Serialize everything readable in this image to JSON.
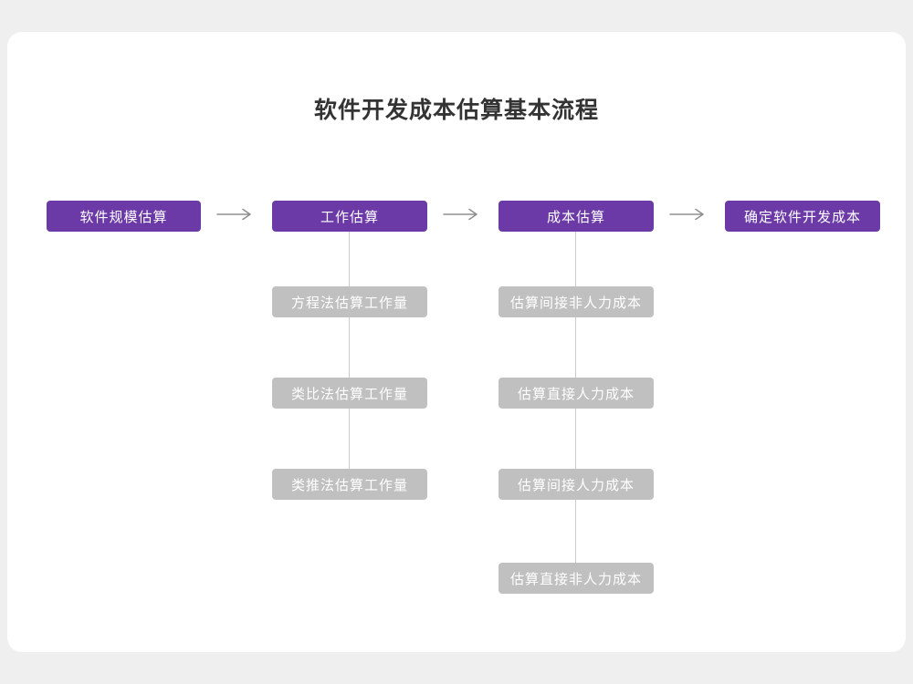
{
  "title": "软件开发成本估算基本流程",
  "colors": {
    "primary_node": "#6b3aa7",
    "secondary_node": "#c0c0c0",
    "connector": "#cccccc",
    "arrow": "#8f8f8f",
    "card_background": "#ffffff",
    "page_background": "#efefef"
  },
  "flow": {
    "main_nodes": [
      {
        "label": "软件规模估算"
      },
      {
        "label": "工作估算"
      },
      {
        "label": "成本估算"
      },
      {
        "label": "确定软件开发成本"
      }
    ],
    "work_sub_nodes": [
      {
        "label": "方程法估算工作量"
      },
      {
        "label": "类比法估算工作量"
      },
      {
        "label": "类推法估算工作量"
      }
    ],
    "cost_sub_nodes": [
      {
        "label": "估算间接非人力成本"
      },
      {
        "label": "估算直接人力成本"
      },
      {
        "label": "估算间接人力成本"
      },
      {
        "label": "估算直接非人力成本"
      }
    ]
  }
}
